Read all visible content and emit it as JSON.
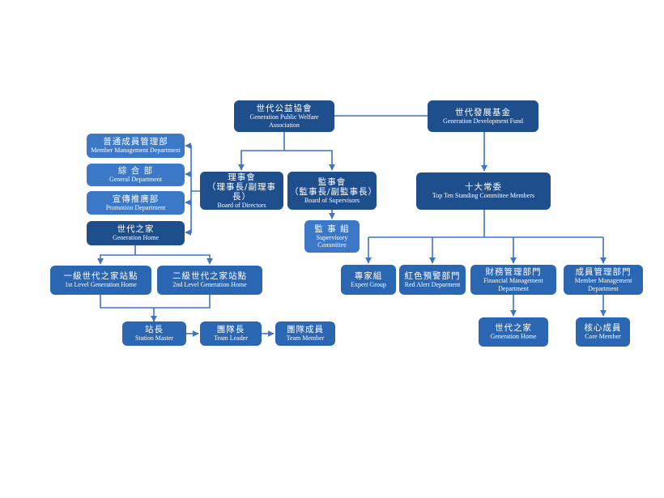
{
  "nodes": {
    "public_welfare": {
      "zh": "世代公益協會",
      "en1": "Generation Public Welfare",
      "en2": "Association"
    },
    "development_fund": {
      "zh": "世代發展基金",
      "en1": "Generation Development Fund"
    },
    "member_mgmt_dept": {
      "zh": "普通成員管理部",
      "en1": "Member Management Department"
    },
    "general_dept": {
      "zh": "綜 合 部",
      "en1": "General Department"
    },
    "promotion_dept": {
      "zh": "宣傳推廣部",
      "en1": "Promotion Department"
    },
    "generation_home_left": {
      "zh": "世代之家",
      "en1": "Generation Home"
    },
    "board_directors": {
      "zh1": "理事會",
      "zh2": "（理事長/副理事長）",
      "en1": "Board of Directors"
    },
    "board_supervisors": {
      "zh1": "監事會",
      "zh2": "（監事長/副監事長）",
      "en1": "Board of Supervisors"
    },
    "supervisory_committee": {
      "zh": "監 事 組",
      "en1": "Supervisory",
      "en2": "Committee"
    },
    "top_ten": {
      "zh": "十大常委",
      "en1": "Top Ten Standing Committee Members"
    },
    "first_level_home": {
      "zh": "一級世代之家站點",
      "en1": "1st Level Generation Home"
    },
    "second_level_home": {
      "zh": "二級世代之家站點",
      "en1": "2nd Level Generation Home"
    },
    "station_master": {
      "zh": "站長",
      "en1": "Station Master"
    },
    "team_leader": {
      "zh": "團隊長",
      "en1": "Team Leader"
    },
    "team_member": {
      "zh": "團隊成員",
      "en1": "Team Member"
    },
    "expert_group": {
      "zh": "專家組",
      "en1": "Expert Group"
    },
    "red_alert": {
      "zh": "紅色預警部門",
      "en1": "Red Alert Deparment"
    },
    "financial_mgmt": {
      "zh": "財務管理部門",
      "en1": "Financial Management",
      "en2": "Department"
    },
    "member_mgmt_right": {
      "zh": "成員管理部門",
      "en1": "Member Management",
      "en2": "Department"
    },
    "generation_home_right": {
      "zh": "世代之家",
      "en1": "Generation Home"
    },
    "core_member": {
      "zh": "核心成員",
      "en1": "Core Member"
    }
  },
  "colors": {
    "dark": "#1f4e8c",
    "mid": "#2b66b3",
    "light": "#3b78c8",
    "line": "#3e74c4"
  }
}
